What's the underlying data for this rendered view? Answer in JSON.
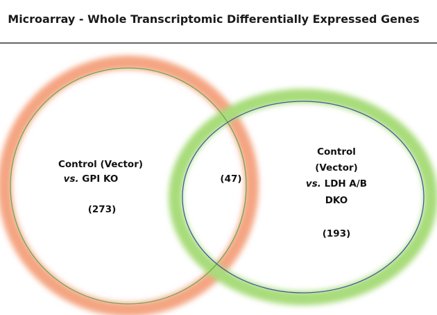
{
  "title": "Microarray - Whole Transcriptomic Differentially Expressed Genes",
  "colors": {
    "left_glow": "#f4a582",
    "left_stroke": "#6aa84f",
    "right_glow": "#a8dc7a",
    "right_stroke": "#3d5a9e",
    "divider": "#333333"
  },
  "sets": {
    "left": {
      "line1": "Control (Vector)",
      "line2_prefix": "vs.",
      "line2_rest": " GPI  KO",
      "count": "(273)"
    },
    "right": {
      "line1": "Control",
      "line2": "(Vector)",
      "line3_prefix": "vs.",
      "line3_rest": " LDH A/B",
      "line4": "DKO",
      "count": "(193)"
    },
    "overlap": {
      "count": "(47)"
    }
  }
}
